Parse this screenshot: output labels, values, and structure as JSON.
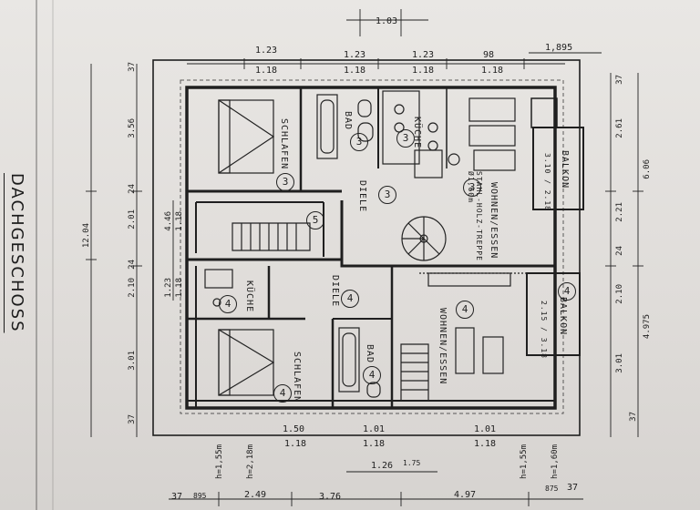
{
  "title": "DACHGESCHOSS",
  "top_dims": {
    "upper": [
      "1.03",
      "1,895"
    ],
    "row": [
      "1.23",
      "1.23",
      "1.23",
      "98"
    ],
    "row_sub": [
      "1.18",
      "1.18",
      "1.18",
      "1.18"
    ]
  },
  "bottom_dims": {
    "row": [
      "1.50",
      "1.01",
      "1.01"
    ],
    "row_sub": [
      "1.18",
      "1.18",
      "1.18"
    ],
    "mid": [
      "1.26",
      "1.75"
    ],
    "lower": [
      "37",
      "895",
      "2.49",
      "3.76",
      "4.97",
      "875",
      "37"
    ]
  },
  "left_dims": [
    "37",
    "3.56",
    "24",
    "2.01",
    "12.04",
    "24",
    "2.10",
    "3.01",
    "37"
  ],
  "left_inner": [
    "4.46",
    "1.18",
    "1.23",
    "1.18"
  ],
  "right_dims": [
    "37",
    "2.61",
    "2.21",
    "6.06",
    "24",
    "2.10",
    "4.975",
    "3.01",
    "37"
  ],
  "rooms": {
    "schlafen_top": "SCHLAFEN",
    "bad_top": "BAD",
    "kueche_top": "KÜCHE",
    "wohnen_top": "WOHNEN/ESSEN",
    "diele_top": "DIELE",
    "stair_top": "STAHL-HOLZ-TREPPE Ø1,60m",
    "balkon_top": "BALKON",
    "balkon_top_dims": "3.10 / 2.18",
    "kueche_bot": "KÜCHE",
    "diele_bot": "DIELE",
    "schlafen_bot": "SCHLAFEN",
    "bad_bot": "BAD",
    "wohnen_bot": "WOHNEN/ESSEN",
    "balkon_bot": "BALKON",
    "balkon_bot_dims": "2.15 / 3.18"
  },
  "unit_numbers": {
    "top": [
      "3",
      "3",
      "3",
      "3",
      "3",
      "5"
    ],
    "bottom": [
      "4",
      "4",
      "4",
      "4",
      "4",
      "4"
    ]
  },
  "height_notes": [
    "h=1,55m",
    "h=2,18m",
    "h=1,55m",
    "h=1,60m"
  ]
}
